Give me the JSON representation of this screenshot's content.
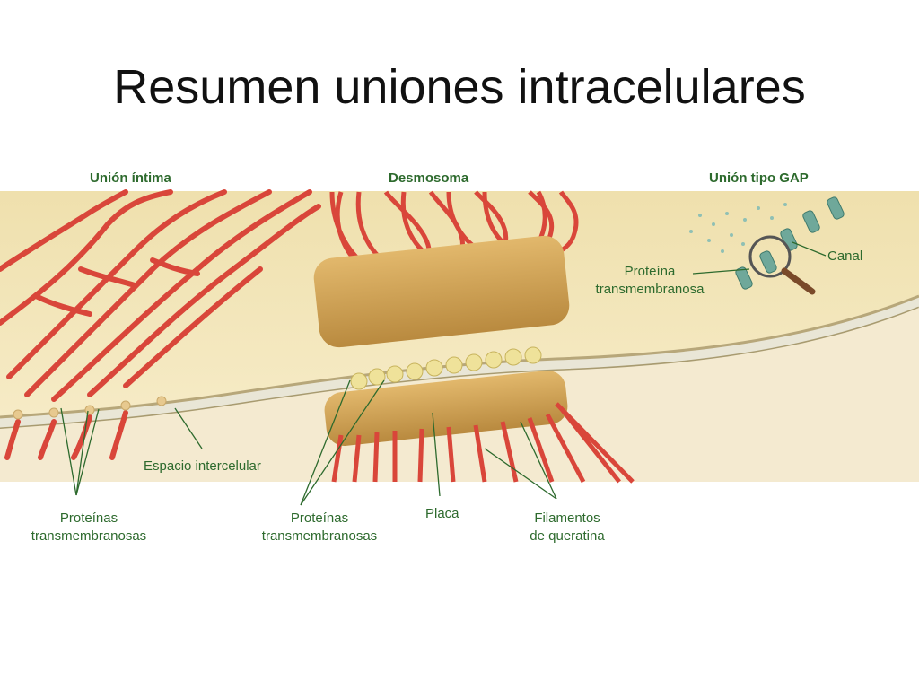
{
  "slide": {
    "title": "Resumen uniones intracelulares"
  },
  "diagram": {
    "headers": {
      "tight": "Unión íntima",
      "desmosome": "Desmosoma",
      "gap": "Unión tipo GAP"
    },
    "labels": {
      "canal": "Canal",
      "protein_single_1": "Proteína",
      "protein_single_2": "transmembranosa",
      "espacio": "Espacio intercelular",
      "proteins_left_1": "Proteínas",
      "proteins_left_2": "transmembranosas",
      "proteins_center_1": "Proteínas",
      "proteins_center_2": "transmembranosas",
      "placa": "Placa",
      "filamentos_1": "Filamentos",
      "filamentos_2": "de queratina"
    },
    "colors": {
      "label_green": "#2d6a2d",
      "filament_red": "#d9463a",
      "cytoplasm": "#f2dfa6",
      "plaque": "#d7aa5c",
      "gap_channel": "#6fa89a"
    }
  }
}
